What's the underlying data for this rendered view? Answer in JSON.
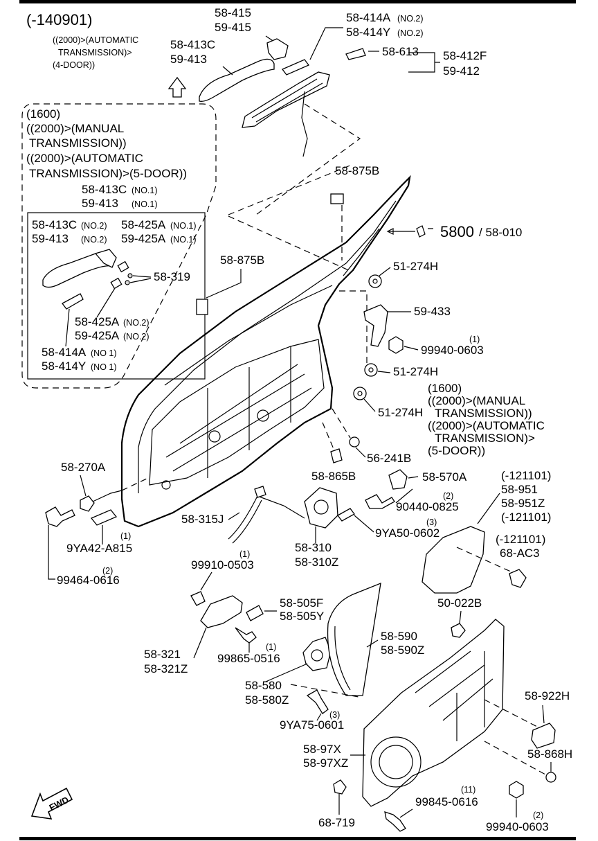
{
  "header_code": "(-140901)",
  "notes": {
    "top_left": [
      "((2000)>(AUTOMATIC",
      "TRANSMISSION)>",
      "(4-DOOR))"
    ],
    "box_title": [
      "(1600)",
      "((2000)>(MANUAL",
      "TRANSMISSION))",
      "((2000)>(AUTOMATIC",
      "TRANSMISSION)>(5-DOOR))"
    ],
    "right_mid": [
      "(1600)",
      "((2000)>(MANUAL",
      "TRANSMISSION))",
      "((2000)>(AUTOMATIC",
      "TRANSMISSION)>",
      "(5-DOOR))"
    ]
  },
  "labels": {
    "p58415": "58-415",
    "p59415": "59-415",
    "p58414A": "58-414A",
    "p58414A_q": "(NO.2)",
    "p58414Y": "58-414Y",
    "p58414Y_q": "(NO.2)",
    "p58413C": "58-413C",
    "p59413": "59-413",
    "p58613": "58-613",
    "p58412F": "58-412F",
    "p59412": "59-412",
    "p58413C_1": "58-413C",
    "p58413C_1q": "(NO.1)",
    "p59413_1": "59-413",
    "p59413_1q": "(NO.1)",
    "p58875B_a": "58-875B",
    "p58413C_2": "58-413C",
    "p58413C_2q": "(NO.2)",
    "p59413_2": "59-413",
    "p59413_2q": "(NO.2)",
    "p58425A_1": "58-425A",
    "p58425A_1q": "(NO.1)",
    "p59425A_1": "59-425A",
    "p59425A_1q": "(NO.1)",
    "p58319": "58-319",
    "p58425A_2": "58-425A",
    "p58425A_2q": "(NO.2)",
    "p59425A_2": "59-425A",
    "p59425A_2q": "(NO.2)",
    "p58414A_1": "58-414A",
    "p58414A_1q": "(NO 1)",
    "p58414Y_1": "58-414Y",
    "p58414Y_1q": "(NO 1)",
    "p58875B_b": "58-875B",
    "p5800": "5800",
    "p58010": "/ 58-010",
    "p51274H_a": "51-274H",
    "p59433": "59-433",
    "p99940_0603_a": "99940-0603",
    "p99940_0603_a_q": "(1)",
    "p51274H_b": "51-274H",
    "p51274H_c": "51-274H",
    "p56241B": "56-241B",
    "p58270A": "58-270A",
    "p58865B": "58-865B",
    "p58570A": "58-570A",
    "p121101_a": "(-121101)",
    "p58951": "58-951",
    "p58951Z": "58-951Z",
    "p121101_b": "(-121101)",
    "p90440": "90440-0825",
    "p90440_q": "(2)",
    "p58315J": "58-315J",
    "p9YA50": "9YA50-0602",
    "p9YA50_q": "(3)",
    "p9YA42": "9YA42-A815",
    "p9YA42_q": "(1)",
    "p58310": "58-310",
    "p58310Z": "58-310Z",
    "p121101_c": "(-121101)",
    "p68AC3": "68-AC3",
    "p99464": "99464-0616",
    "p99464_q": "(2)",
    "p99910": "99910-0503",
    "p99910_q": "(1)",
    "p58505F": "58-505F",
    "p58505Y": "58-505Y",
    "p50022B": "50-022B",
    "p58590": "58-590",
    "p58590Z": "58-590Z",
    "p58321": "58-321",
    "p58321Z": "58-321Z",
    "p99865": "99865-0516",
    "p99865_q": "(1)",
    "p58580": "58-580",
    "p58580Z": "58-580Z",
    "p58922H": "58-922H",
    "p9YA75": "9YA75-0601",
    "p9YA75_q": "(3)",
    "p5897X": "58-97X",
    "p5897XZ": "58-97XZ",
    "p58868H": "58-868H",
    "p99845": "99845-0616",
    "p99845_q": "(11)",
    "p68719": "68-719",
    "p99940_0603_b": "99940-0603",
    "p99940_0603_b_q": "(2)",
    "fwd": "FWD"
  }
}
